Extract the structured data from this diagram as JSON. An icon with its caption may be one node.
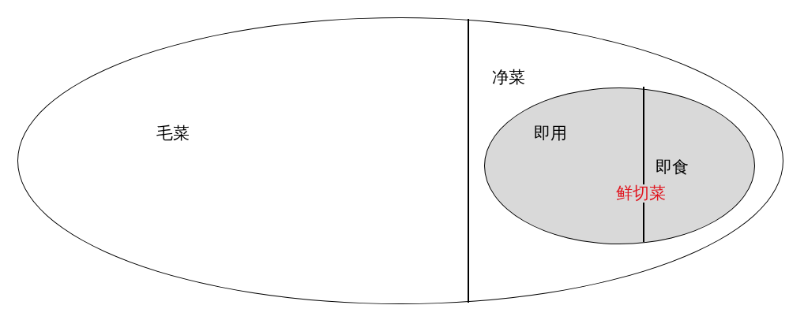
{
  "diagram": {
    "nodes": [
      {
        "text": [
          "毛菜",
          "净菜"
        ]
      },
      {
        "text": [
          "即用",
          "即食"
        ],
        "in": 0
      }
    ],
    "labels": [
      "鲜切菜"
    ]
  }
}
